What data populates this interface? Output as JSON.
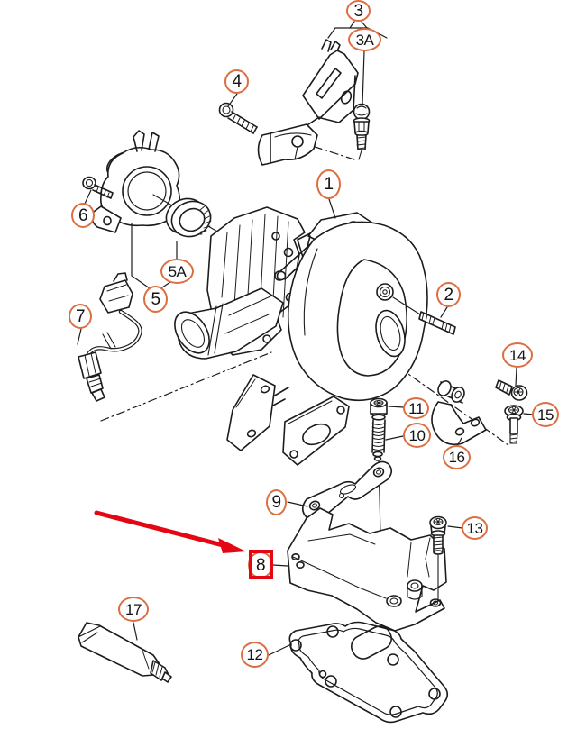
{
  "diagram": {
    "kind": "exploded-parts-diagram",
    "background_color": "#ffffff",
    "line_color": "#1c1c1c",
    "callout_outline_color": "#dd6e42",
    "highlight_color": "#e30613",
    "highlighted_callout": "8",
    "callouts": [
      {
        "label": "3"
      },
      {
        "label": "3A"
      },
      {
        "label": "4"
      },
      {
        "label": "6"
      },
      {
        "label": "5A"
      },
      {
        "label": "5"
      },
      {
        "label": "7"
      },
      {
        "label": "1"
      },
      {
        "label": "2"
      },
      {
        "label": "14"
      },
      {
        "label": "15"
      },
      {
        "label": "16"
      },
      {
        "label": "11"
      },
      {
        "label": "10"
      },
      {
        "label": "9"
      },
      {
        "label": "13"
      },
      {
        "label": "8"
      },
      {
        "label": "17"
      },
      {
        "label": "12"
      }
    ]
  }
}
